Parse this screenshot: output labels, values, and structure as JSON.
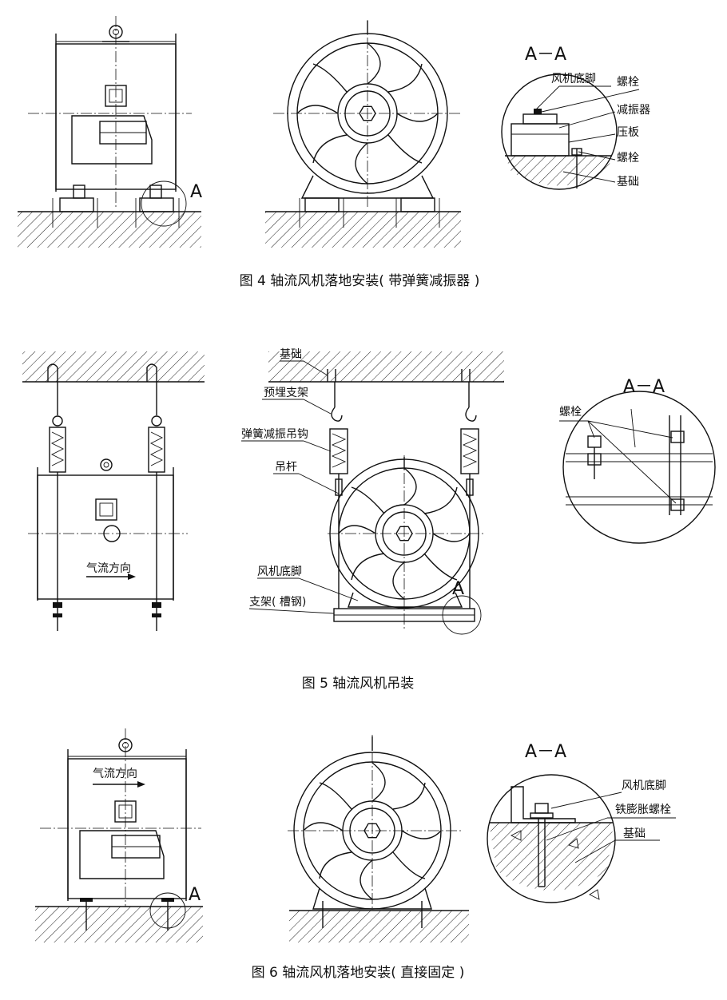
{
  "figures": [
    {
      "id": "fig4",
      "caption": "图 4  轴流风机落地安装( 带弹簧减振器 )",
      "view_mark": "A",
      "detail_title": "A－A",
      "labels": [
        "风机底脚",
        "螺栓",
        "减振器",
        "压板",
        "螺栓",
        "基础"
      ]
    },
    {
      "id": "fig5",
      "caption": "图 5  轴流风机吊装",
      "airflow": "气流方向",
      "view_mark": "A",
      "detail_title": "A－A",
      "labels": [
        "基础",
        "预埋支架",
        "弹簧减振吊钩",
        "吊杆",
        "风机底脚",
        "支架( 槽钢)"
      ],
      "detail_labels": [
        "螺栓"
      ]
    },
    {
      "id": "fig6",
      "caption": "图 6  轴流风机落地安装( 直接固定 )",
      "airflow": "气流方向",
      "view_mark": "A",
      "detail_title": "A－A",
      "labels": [
        "风机底脚",
        "铁膨胀螺栓",
        "基础"
      ]
    }
  ]
}
